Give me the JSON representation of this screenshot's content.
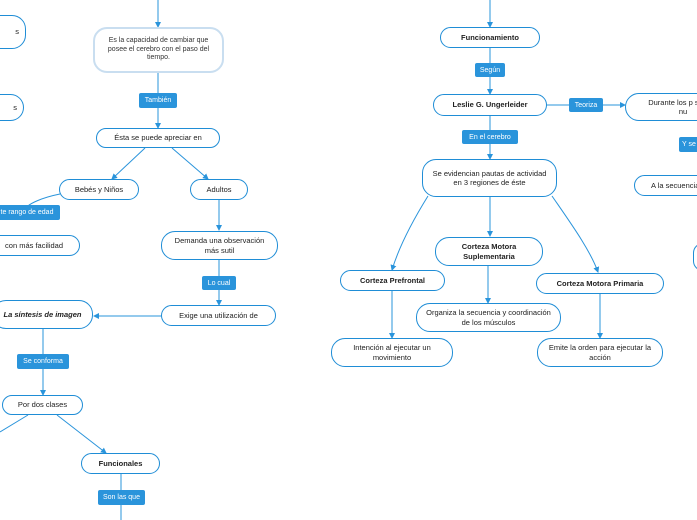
{
  "left": {
    "capacidad": "Es la capacidad de cambiar que posee el cerebro con el paso del tiempo.",
    "tambien": "También",
    "apreciar": "Ésta se puede apreciar en",
    "bebes": "Bebés y Niños",
    "adultos": "Adultos",
    "rango_edad": "te rango de edad",
    "facilidad": "con más facilidad",
    "demanda": "Demanda una observación más sutil",
    "lo_cual": "Lo cual",
    "exige": "Exige una utilización de",
    "sintesis": "La síntesis de imagen",
    "se_conforma": "Se conforma",
    "dos_clases": "Por dos clases",
    "funcionales": "Funcionales",
    "son_las_que": "Son las que",
    "edge_top": "s",
    "edge_mid": "s"
  },
  "right": {
    "funcionamiento": "Funcionamiento",
    "segun": "Según",
    "leslie": "Leslie G. Ungerleider",
    "teoriza": "Teoriza",
    "durante": "Durante los p surgen nu",
    "en_cerebro": "En el cerebro",
    "pautas": "Se evidencian pautas de actividad en 3 regiones de éste",
    "y_se": "Y se",
    "secuencia_edge": "A la secuencia",
    "suplementaria": "Corteza Motora Suplementaria",
    "prefrontal": "Corteza Prefrontal",
    "primaria": "Corteza Motora Primaria",
    "organiza": "Organiza la secuencia y coordinación de los músculos",
    "intencion": "Intención al ejecutar un movimiento",
    "emite": "Emite la orden para ejecutar la acción"
  }
}
